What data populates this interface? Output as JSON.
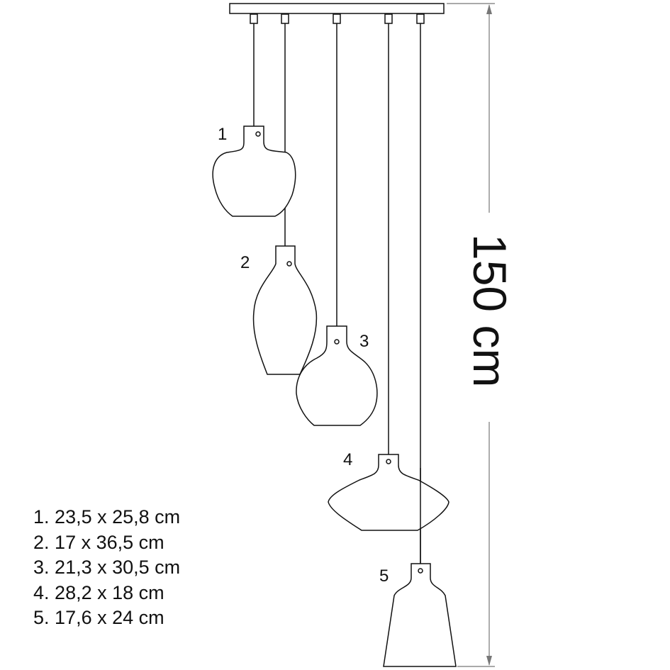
{
  "lamps": [
    {
      "number": "1",
      "dimensions": "23,5 x 25,8 cm"
    },
    {
      "number": "2",
      "dimensions": "17 x 36,5 cm"
    },
    {
      "number": "3",
      "dimensions": "21,3 x 30,5 cm"
    },
    {
      "number": "4",
      "dimensions": "28,2 x 18 cm"
    },
    {
      "number": "5",
      "dimensions": "17,6 x 24 cm"
    }
  ],
  "list_labels": [
    "1.",
    "2.",
    "3.",
    "4.",
    "5."
  ],
  "total_height": "150 cm",
  "line_color": "#111111",
  "dimension_color": "#777777"
}
